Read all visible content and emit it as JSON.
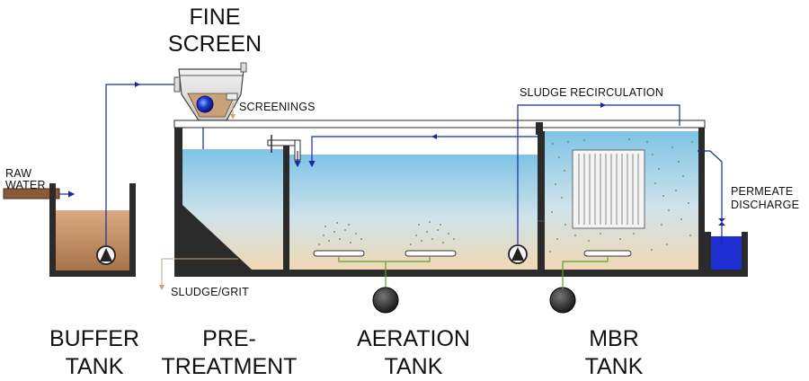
{
  "labels": {
    "fine_screen": [
      "FINE",
      "SCREEN"
    ],
    "screenings": "SCREENINGS",
    "sludge_recirculation": "SLUDGE RECIRCULATION",
    "raw_water": [
      "RAW",
      "WATER"
    ],
    "permeate_discharge": [
      "PERMEATE",
      "DISCHARGE"
    ],
    "sludge_grit": "SLUDGE/GRIT"
  },
  "tanks": {
    "buffer": [
      "BUFFER",
      "TANK"
    ],
    "pretreatment": [
      "PRE-",
      "TREATMENT"
    ],
    "aeration": [
      "AERATION",
      "TANK"
    ],
    "mbr": [
      "MBR",
      "TANK"
    ]
  },
  "colors": {
    "tank_wall": "#2b2b2b",
    "water_top": "#7ec3e6",
    "water_bottom": "#f0d8b4",
    "sludge": "#b9895c",
    "pipe": "#1a2a9a",
    "air_line": "#5aa02c",
    "grit_line": "#c8a27a",
    "permeate_water": "#1d2fd0"
  }
}
